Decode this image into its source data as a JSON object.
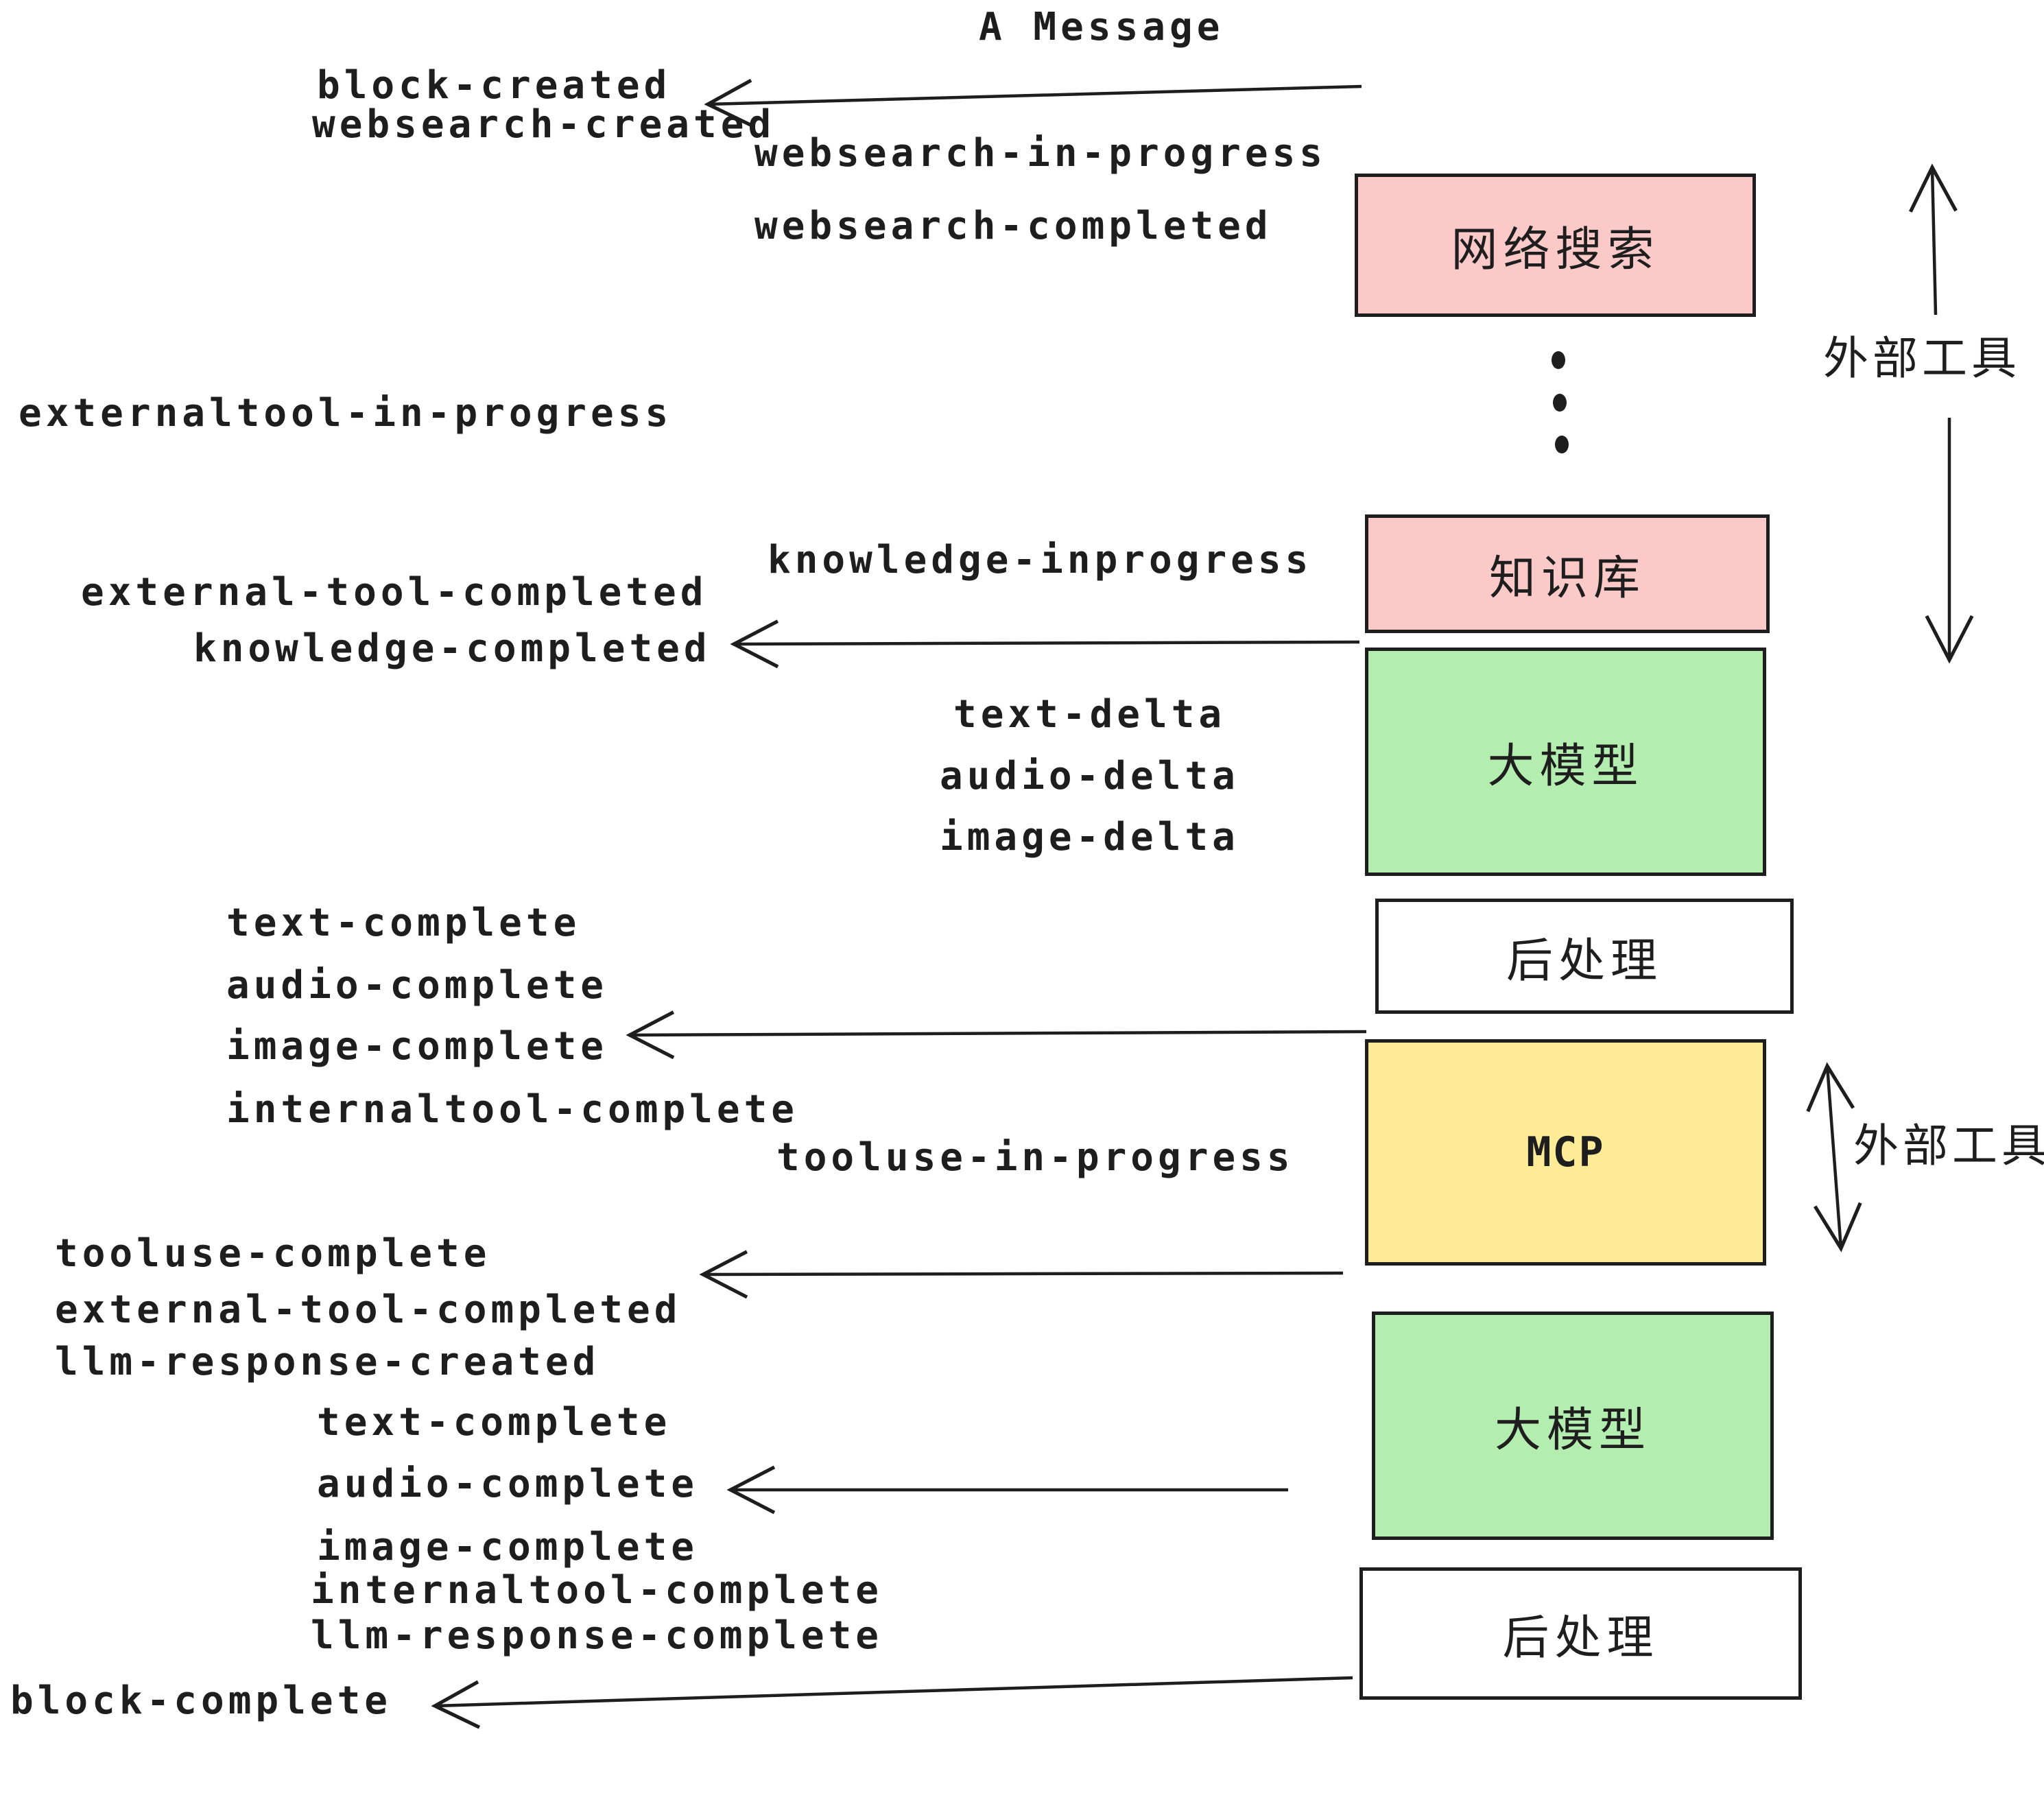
{
  "title": "A Message",
  "colors": {
    "ink": "#1e1e1e",
    "pink": "#fac9c8",
    "green": "#b3edb0",
    "yellow": "#fdeb98",
    "paper": "#ffffff"
  },
  "events": {
    "block_created": "block-created",
    "websearch_created": "websearch-created",
    "websearch_in_progress": "websearch-in-progress",
    "websearch_completed": "websearch-completed",
    "externaltool_in_progress": "externaltool-in-progress",
    "knowledge_inprogress": "knowledge-inprogress",
    "external_tool_completed": "external-tool-completed",
    "knowledge_completed": "knowledge-completed",
    "text_delta": "text-delta",
    "audio_delta": "audio-delta",
    "image_delta": "image-delta",
    "text_complete": "text-complete",
    "audio_complete": "audio-complete",
    "image_complete": "image-complete",
    "internaltool_complete": "internaltool-complete",
    "tooluse_in_progress": "tooluse-in-progress",
    "tooluse_complete": "tooluse-complete",
    "llm_response_created": "llm-response-created",
    "llm_response_complete": "llm-response-complete",
    "block_complete": "block-complete"
  },
  "boxes": {
    "websearch": "网络搜索",
    "knowledge": "知识库",
    "llm": "大模型",
    "postprocess": "后处理",
    "mcp": "MCP"
  },
  "side_label": "外部工具"
}
